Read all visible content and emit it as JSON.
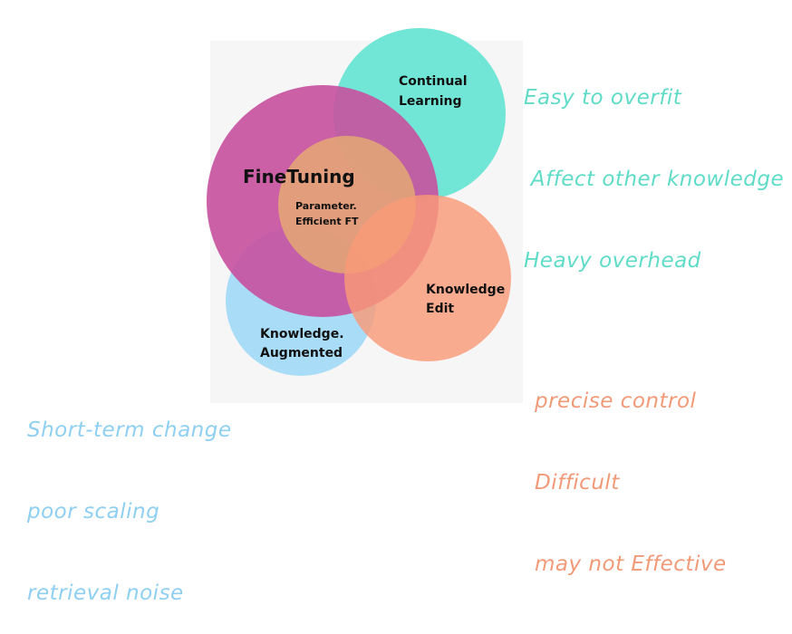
{
  "circles": {
    "finetuning": {
      "label": "FineTuning",
      "color": "#c8509e"
    },
    "continual": {
      "label_lines": [
        "Continual",
        "Learning"
      ],
      "color": "#72e6d6"
    },
    "peft": {
      "label_lines": [
        "Parameter.",
        "Efficient FT"
      ],
      "color": "#e4a46c"
    },
    "knowledge_edit": {
      "label_lines": [
        "Knowledge",
        "Edit"
      ],
      "color": "#f7a07e"
    },
    "knowledge_augmented": {
      "label_lines": [
        "Knowledge.",
        "Augmented"
      ],
      "color": "#a8dcf7"
    }
  },
  "notes": {
    "continual": {
      "lines": [
        "Easy to overfit",
        " Affect other knowledge",
        "Heavy overhead"
      ],
      "color": "#5fdcc8"
    },
    "knowledge_edit": {
      "lines": [
        "precise control",
        "Difficult",
        "may not Effective"
      ],
      "color": "#f29a78"
    },
    "knowledge_augmented": {
      "lines": [
        "Short-term change",
        "poor scaling",
        "retrieval noise"
      ],
      "color": "#8ecff2"
    }
  }
}
